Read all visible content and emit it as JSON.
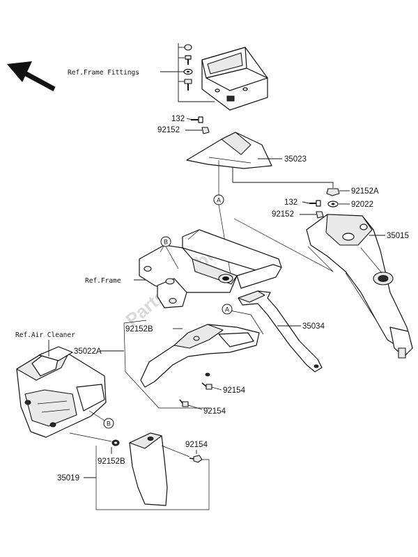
{
  "watermark": "PartsRepublik",
  "refs": {
    "frame_fittings": "Ref.Frame Fittings",
    "frame": "Ref.Frame",
    "air_cleaner": "Ref.Air Cleaner"
  },
  "circle_markers": {
    "a": "A",
    "b": "B"
  },
  "part_numbers": {
    "p132_top": "132",
    "p92152_top": "92152",
    "p35023": "35023",
    "p92152A": "92152A",
    "p132_right": "132",
    "p92022": "92022",
    "p92152_right": "92152",
    "p35015": "35015",
    "p92152B_mid": "92152B",
    "p35022A": "35022A",
    "p35034": "35034",
    "p92154_a": "92154",
    "p92154_b": "92154",
    "p92154_c": "92154",
    "p92152B_low": "92152B",
    "p35019": "35019"
  }
}
